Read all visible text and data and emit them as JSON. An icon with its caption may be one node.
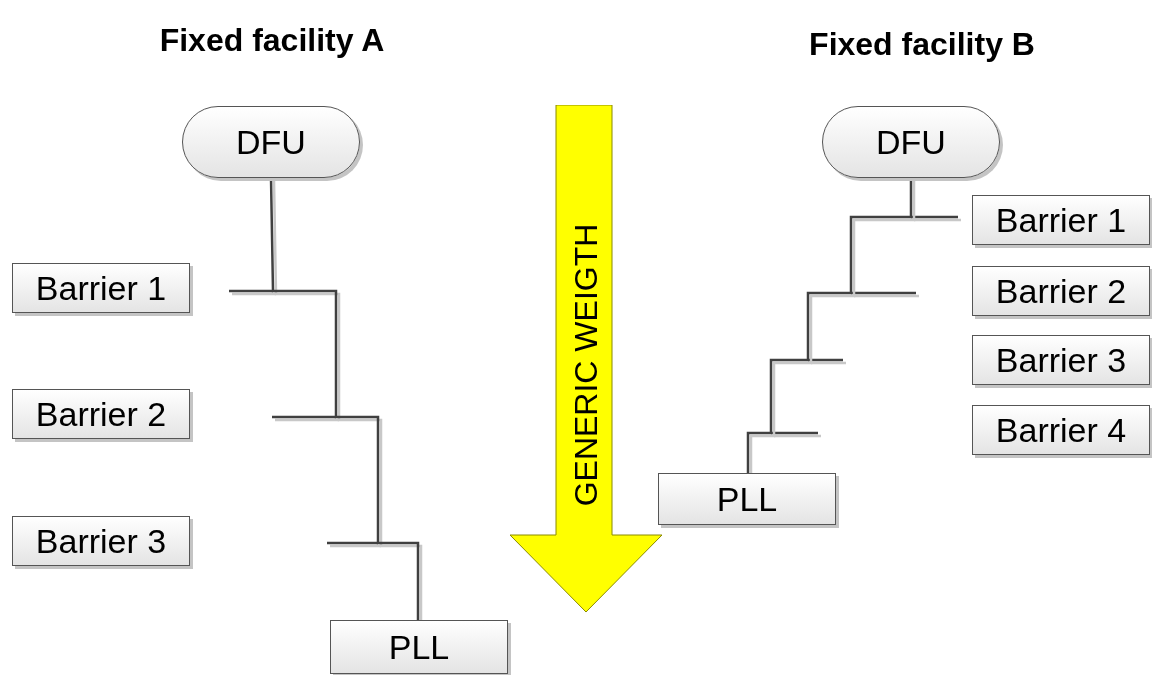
{
  "diagram": {
    "nodes": [
      {
        "text": [
          "DFU"
        ]
      },
      {
        "text": [
          "Barrier 1"
        ]
      },
      {
        "text": [
          "Barrier 2"
        ]
      },
      {
        "text": [
          "Barrier 3"
        ]
      },
      {
        "text": [
          "PLL"
        ]
      },
      {
        "text": [
          "GENERIC WEIGTH"
        ]
      },
      {
        "text": [
          "DFU"
        ]
      },
      {
        "text": [
          "Barrier 1"
        ]
      },
      {
        "text": [
          "Barrier 2"
        ]
      },
      {
        "text": [
          "Barrier 3"
        ]
      },
      {
        "text": [
          "Barrier 4"
        ]
      },
      {
        "text": [
          "PLL"
        ]
      }
    ],
    "edges": [
      {
        "from": 0,
        "to": 4,
        "arrow": "none"
      },
      {
        "from": 6,
        "to": 11,
        "arrow": "none"
      }
    ],
    "labels": [
      "Fixed facility A",
      "Fixed facility B"
    ]
  }
}
